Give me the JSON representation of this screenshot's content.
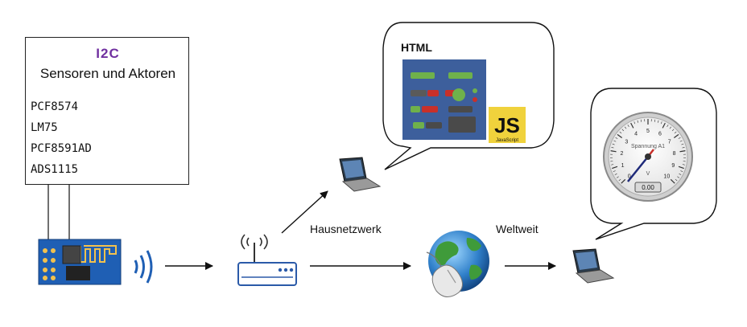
{
  "sensor_box": {
    "bus_label": "I2C",
    "title": "Sensoren und Aktoren",
    "devices": [
      "PCF8574",
      "LM75",
      "PCF8591AD",
      "ADS1115"
    ]
  },
  "html_bubble": {
    "title": "HTML",
    "js_badge": "JS",
    "js_caption": "JavaScript"
  },
  "links": {
    "home_network": "Hausnetzwerk",
    "worldwide": "Weltweit"
  },
  "gauge": {
    "label": "Spannung A1",
    "unit": "V",
    "value_display": "0.00",
    "ticks": [
      "0",
      "1",
      "2",
      "3",
      "4",
      "5",
      "6",
      "7",
      "8",
      "9",
      "10"
    ]
  },
  "colors": {
    "board_blue": "#1f5fb4",
    "i2c_purple": "#7030a0",
    "panel_blue": "#3d5f9c",
    "js_yellow": "#f0d23c"
  }
}
